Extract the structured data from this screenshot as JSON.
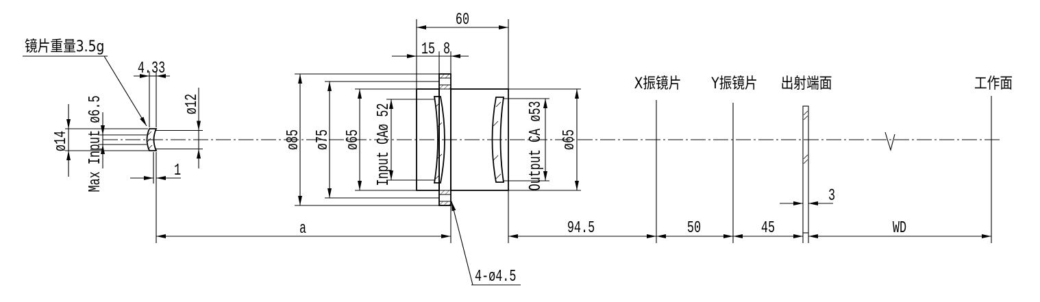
{
  "labels": {
    "lens_weight": "镜片重量3.5g",
    "dim_4_33": "4.33",
    "dim_d12": "ø12",
    "dim_d14": "ø14",
    "max_input": "Max Input ø6.5",
    "dim_1": "1",
    "dim_60": "60",
    "dim_15": "15",
    "dim_8": "8",
    "dim_d85": "ø85",
    "dim_d75": "ø75",
    "dim_d65_left": "ø65",
    "input_ca": "Input CAø 52",
    "output_ca": "Output CA ø53",
    "dim_d65_right": "ø65",
    "x_mirror": "X振镜片",
    "y_mirror": "Y振镜片",
    "exit_face": "出射端面",
    "work_plane": "工作面",
    "dim_3": "3",
    "dim_a": "a",
    "dim_94_5": "94.5",
    "dim_50": "50",
    "dim_45": "45",
    "dim_wd": "WD",
    "holes": "4-ø4.5"
  }
}
